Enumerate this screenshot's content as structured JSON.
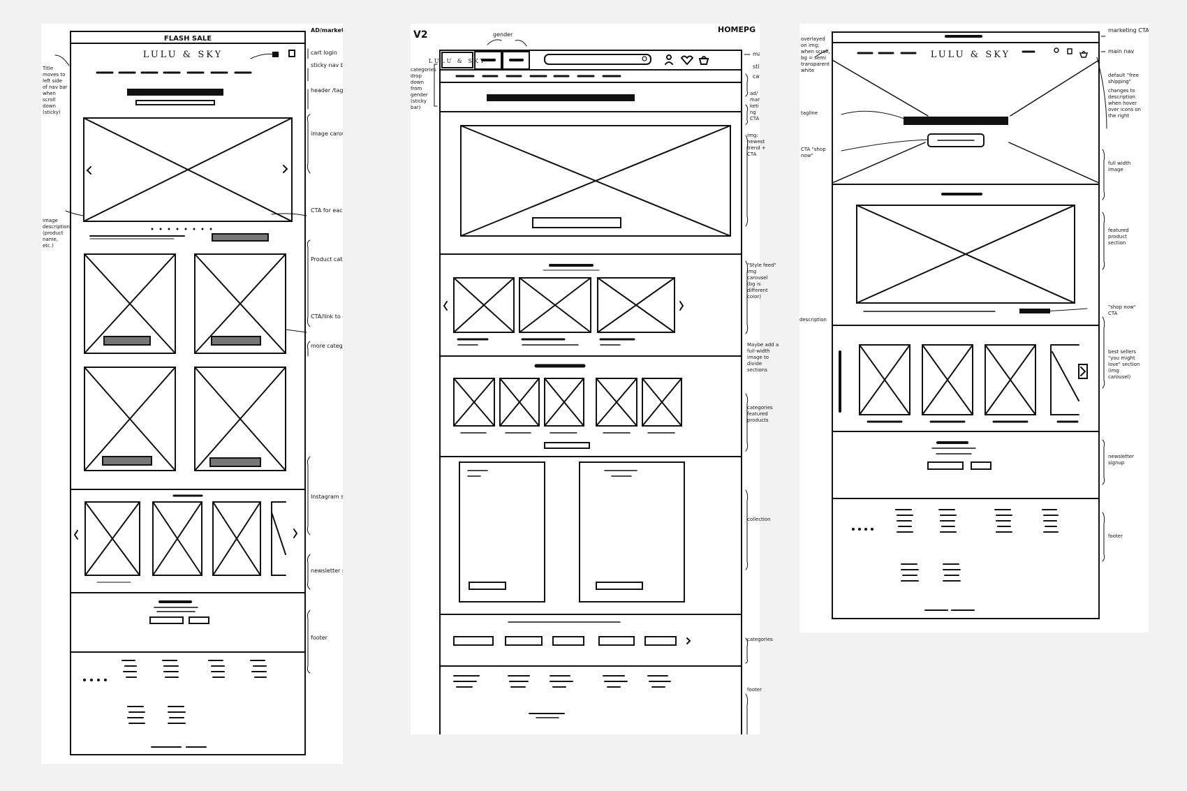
{
  "v1": {
    "flash_sale": "FLASH SALE",
    "logo": "LULU & SKY",
    "notes": {
      "ad_marketing": "AD/marketing CTA",
      "cart_login": "cart login",
      "sticky_nav": "sticky nav bar (main nav)",
      "header_tagline": "header /tagline",
      "image_carousel": "image carousel (images also link to respective pages)",
      "title_moves": "Title moves to left side of nav bar when scroll down (sticky)",
      "image_description": "image description (product name, etc.)",
      "cta_each_image": "CTA for each image",
      "product_category": "Product category",
      "cta_link_category": "CTA/link to category",
      "more_categories": "more categories",
      "instagram_showcase": "Instagram showcase",
      "newsletter_signup": "newsletter signup",
      "footer": "footer"
    }
  },
  "v2": {
    "version_label": "V2",
    "homepage_label": "HOMEPG",
    "gender_label": "gender",
    "logo": "LULU & SKY",
    "notes": {
      "main_nav": "main nav",
      "sticky": "sticky",
      "categories_top": "categories",
      "categories_dropdown": "categories drop down from gender (sticky bar)",
      "ad_marketing": "ad/marketing CTA",
      "img_newest_trend": "Img: newest trend + CTA",
      "style_feed": "\"Style feed\" img carousel (bg is different color)",
      "maybe_add": "Maybe add a full-width image to divide sections",
      "featured_products": "categories featured products",
      "collection": "collection",
      "categories_bottom": "categories",
      "footer": "footer"
    }
  },
  "v3": {
    "logo": "LULU & SKY",
    "notes": {
      "marketing_cta": "marketing CTA",
      "main_nav": "main nav",
      "overlayed": "overlayed on img; when scroll, bg = semi transparent white",
      "default_free_shipping": "default \"free shipping\"",
      "changes_description": "changes to description when hover over icons on the right",
      "tagline": "tagline",
      "cta_shop_now": "CTA \"shop now\"",
      "full_width_image": "full width image",
      "featured_product_section": "featured product section",
      "description": "description",
      "shop_now_cta": "\"shop now\" CTA",
      "best_sellers": "best sellers \"you might love\" section (img carousel)",
      "newsletter_signup": "newsletter signup",
      "footer": "footer"
    }
  }
}
